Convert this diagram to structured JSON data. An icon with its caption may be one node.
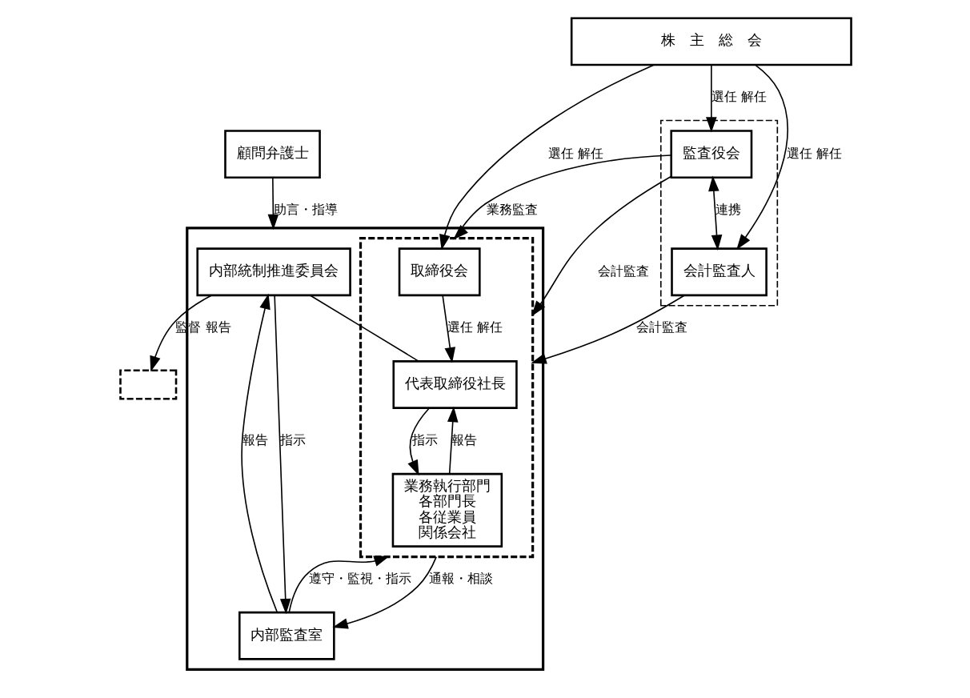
{
  "diagram": {
    "nodes": [
      {
        "text": [
          "株　主　総　会"
        ]
      },
      {
        "text": [],
        "shape": "box"
      },
      {
        "text": [],
        "shape": "box",
        "in": 1
      },
      {
        "text": [],
        "shape": "box"
      },
      {
        "text": [],
        "shape": "box"
      },
      {
        "text": [
          "取締役会"
        ],
        "in": 2
      },
      {
        "text": [
          "代表取締役社長"
        ],
        "in": 2
      },
      {
        "text": [
          "業務執行部門",
          "各部門長",
          "各従業員",
          "関係会社"
        ],
        "in": 2
      },
      {
        "text": [
          "内部統制推進委員会"
        ],
        "in": 1
      },
      {
        "text": [
          "内部監査室"
        ],
        "in": 1
      },
      {
        "text": [
          "監査役会"
        ],
        "in": 4
      },
      {
        "text": [
          "会計監査人"
        ],
        "in": 4
      },
      {
        "text": [
          "顧問弁護士"
        ]
      }
    ],
    "edges": [
      {
        "from": 0,
        "to": 5,
        "arrow": "to",
        "label": "選任 解任"
      },
      {
        "from": 0,
        "to": 10,
        "arrow": "to",
        "label": "選任 解任"
      },
      {
        "from": 0,
        "to": 11,
        "arrow": "to",
        "label": "選任 解任"
      },
      {
        "from": 10,
        "to": 2,
        "arrow": "to",
        "label": "業務監査"
      },
      {
        "from": 10,
        "to": 2,
        "arrow": "to",
        "label": "会計監査"
      },
      {
        "from": 8,
        "to": 3,
        "arrow": "to",
        "label": "監督 報告"
      },
      {
        "from": 5,
        "to": 6,
        "arrow": "to",
        "label": "選任 解任"
      },
      {
        "from": 8,
        "to": 6,
        "arrow": "none"
      },
      {
        "from": 11,
        "to": 2,
        "arrow": "to",
        "label": "会計監査"
      },
      {
        "from": 10,
        "to": 11,
        "arrow": "both",
        "label": "連携"
      },
      {
        "from": 8,
        "to": 9,
        "arrow": "to",
        "label": "指示"
      },
      {
        "from": 9,
        "to": 8,
        "arrow": "to",
        "label": "報告"
      },
      {
        "from": 6,
        "to": 7,
        "arrow": "to",
        "label": "指示"
      },
      {
        "from": 7,
        "to": 6,
        "arrow": "to",
        "label": "報告"
      },
      {
        "from": 12,
        "to": 1,
        "arrow": "to",
        "label": "助言・指導"
      },
      {
        "from": 9,
        "to": 2,
        "arrow": "to",
        "label": "遵守・監視・指示"
      },
      {
        "from": 2,
        "to": 9,
        "arrow": "to",
        "label": "通報・相談"
      }
    ]
  }
}
